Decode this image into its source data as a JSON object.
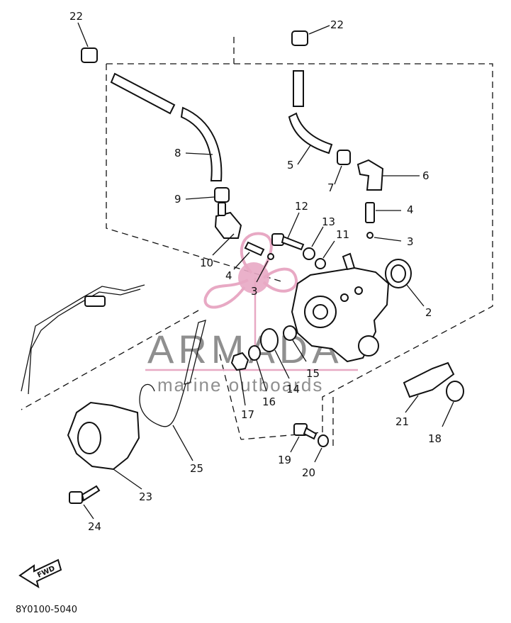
{
  "diagram": {
    "drawing_code": "8Y0100-5040",
    "forward_label": "FWD",
    "watermark": {
      "brand": "ARMADA",
      "tagline": "marine outboards",
      "accent_color": "#e8a9c4",
      "text_color": "#8f8f8f"
    },
    "callouts": {
      "c22a": "22",
      "c22b": "22",
      "c8": "8",
      "c5": "5",
      "c7": "7",
      "c6": "6",
      "c9": "9",
      "c4a": "4",
      "c12": "12",
      "c13": "13",
      "c11": "11",
      "c3a": "3",
      "c10": "10",
      "c4b": "4",
      "c3b": "3",
      "c2": "2",
      "c15": "15",
      "c14": "14",
      "c16": "16",
      "c17": "17",
      "c21": "21",
      "c18": "18",
      "c19": "19",
      "c20": "20",
      "c25": "25",
      "c23": "23",
      "c24": "24"
    }
  }
}
